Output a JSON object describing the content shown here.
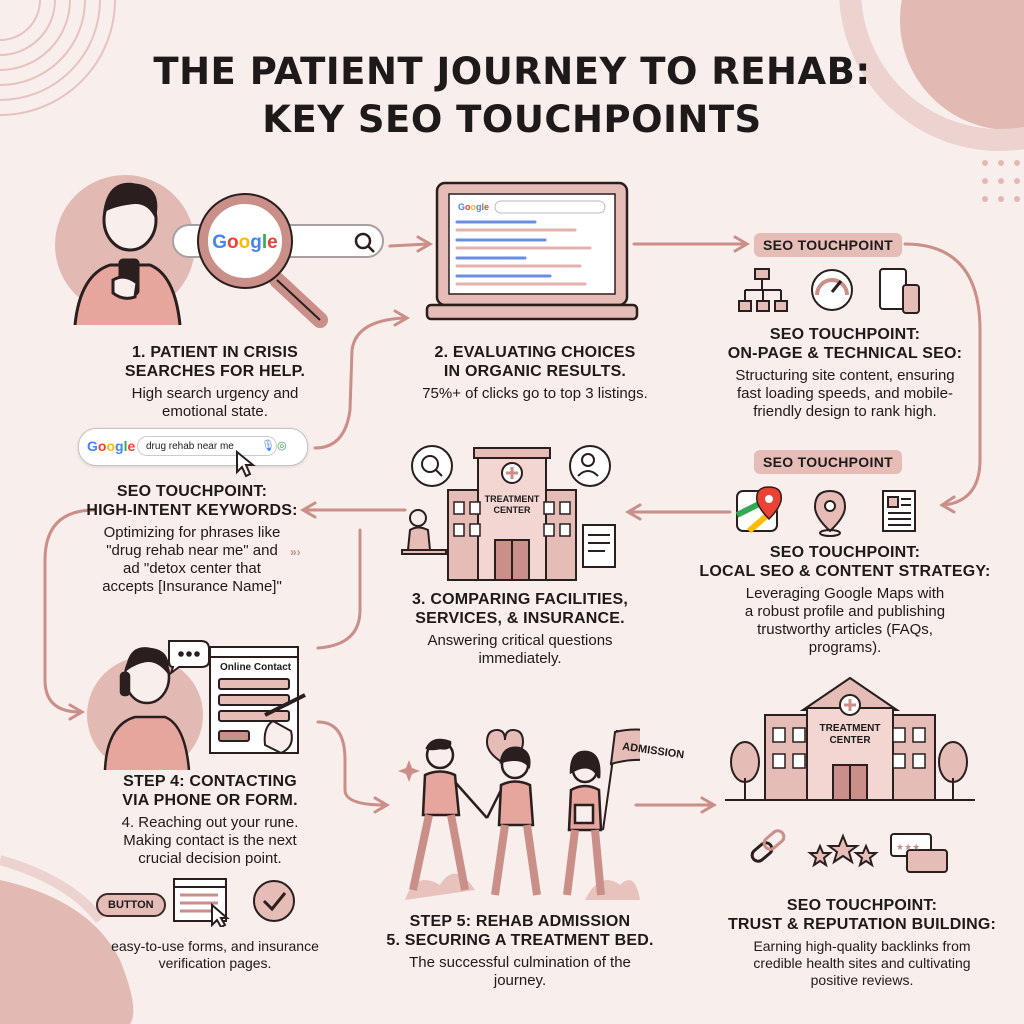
{
  "title": {
    "line1": "THE PATIENT JOURNEY TO REHAB:",
    "line2": "KEY SEO TOUCHPOINTS"
  },
  "step1": {
    "heading": [
      "1. PATIENT IN CRISIS",
      "SEARCHES FOR HELP."
    ],
    "body": [
      "High search urgency and",
      "emotional state."
    ],
    "search_logo": "Google",
    "search_query": "drug rehab near me"
  },
  "step2": {
    "heading": [
      "2. EVALUATING CHOICES",
      "IN ORGANIC RESULTS."
    ],
    "body": [
      "75%+ of clicks go to top 3 listings."
    ],
    "browser_logo": "Google"
  },
  "touch_onpage": {
    "pill": "SEO TOUCHPOINT",
    "heading": [
      "SEO TOUCHPOINT:",
      "ON-PAGE & TECHNICAL SEO:"
    ],
    "body": [
      "Structuring site content, ensuring",
      "fast loading speeds, and mobile-",
      "friendly design to rank high."
    ]
  },
  "touch_keywords": {
    "heading": [
      "SEO TOUCHPOINT:",
      "HIGH-INTENT KEYWORDS:"
    ],
    "body": [
      "Optimizing for phrases like",
      "\"drug rehab near me\" and",
      "ad \"detox center that",
      "accepts [Insurance Name]\""
    ]
  },
  "step3": {
    "building_label": [
      "TREATMENT",
      "CENTER"
    ],
    "heading": [
      "3. COMPARING FACILITIES,",
      "SERVICES, & INSURANCE."
    ],
    "body": [
      "Answering critical questions",
      "immediately."
    ]
  },
  "touch_local": {
    "pill": "SEO TOUCHPOINT",
    "heading": [
      "SEO TOUCHPOINT:",
      "LOCAL SEO & CONTENT STRATEGY:"
    ],
    "body": [
      "Leveraging Google Maps with",
      "a robust profile and publishing",
      "trustworthy articles (FAQs,",
      "programs)."
    ]
  },
  "step4": {
    "form_title": "Online Contact",
    "heading": [
      "STEP 4: CONTACTING",
      "VIA PHONE OR FORM."
    ],
    "body": [
      "4. Reaching out your rune.",
      "Making contact is the next",
      "crucial decision point."
    ]
  },
  "step4_extra": {
    "button_label": "BUTTON",
    "body": [
      "easy-to-use forms, and insurance",
      "verification pages."
    ]
  },
  "step5": {
    "flag_label": "ADMISSION",
    "heading": [
      "STEP 5: REHAB ADMISSION",
      "5. SECURING A TREATMENT BED."
    ],
    "body": [
      "The successful culmination of the",
      "journey."
    ]
  },
  "touch_trust": {
    "building_label": [
      "TREATMENT",
      "CENTER"
    ],
    "heading": [
      "SEO TOUCHPOINT:",
      "TRUST & REPUTATION BUILDING:"
    ],
    "body": [
      "Earning high-quality backlinks from",
      "credible health sites and cultivating",
      "positive reviews."
    ]
  },
  "colors": {
    "background": "#f8eeec",
    "accent": "#e6bcb6",
    "accent_dark": "#c98f88",
    "ink": "#3a2a2a"
  }
}
